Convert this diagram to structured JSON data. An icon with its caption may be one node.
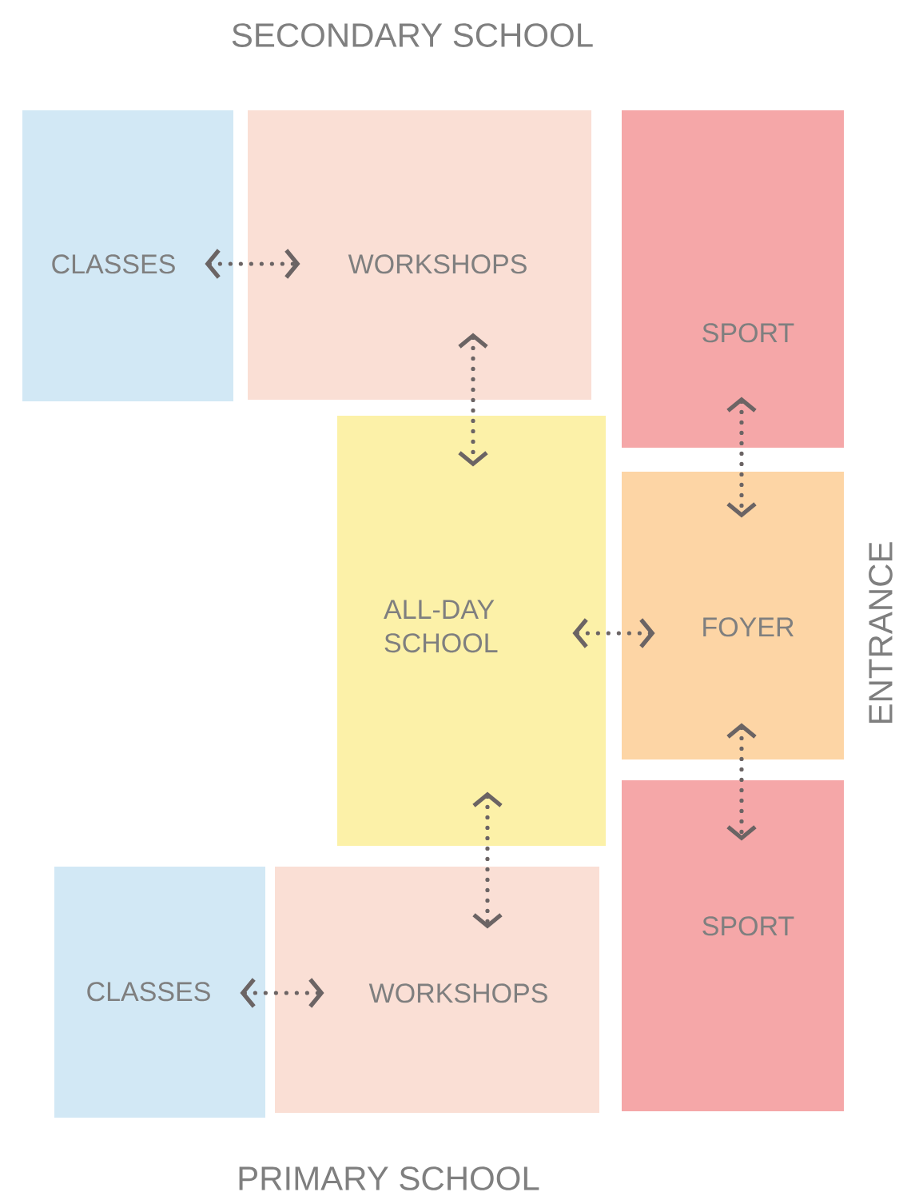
{
  "diagram": {
    "nodes": [
      {
        "text": [
          "CLASSES"
        ]
      },
      {
        "text": [
          "WORKSHOPS"
        ]
      },
      {
        "text": [
          "SPORT"
        ]
      },
      {
        "text": [
          "ALL-DAY SCHOOL"
        ]
      },
      {
        "text": [
          "FOYER"
        ]
      },
      {
        "text": [
          "SPORT"
        ]
      },
      {
        "text": [
          "CLASSES"
        ]
      },
      {
        "text": [
          "WORKSHOPS"
        ]
      }
    ],
    "edges": [
      {
        "from": 0,
        "to": 1,
        "arrow": "both"
      },
      {
        "from": 1,
        "to": 3,
        "arrow": "both"
      },
      {
        "from": 2,
        "to": 4,
        "arrow": "both"
      },
      {
        "from": 3,
        "to": 4,
        "arrow": "both"
      },
      {
        "from": 4,
        "to": 5,
        "arrow": "both"
      },
      {
        "from": 3,
        "to": 7,
        "arrow": "both"
      },
      {
        "from": 6,
        "to": 7,
        "arrow": "both"
      }
    ],
    "labels": [
      "SECONDARY SCHOOL",
      "ENTRANCE",
      "PRIMARY SCHOOL"
    ]
  }
}
